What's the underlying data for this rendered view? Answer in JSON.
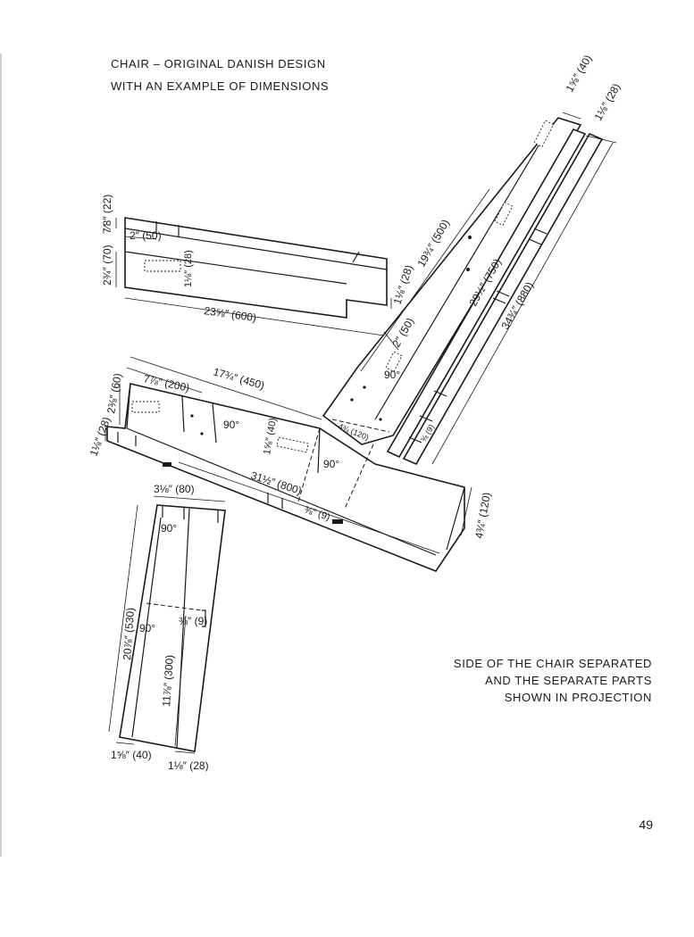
{
  "header": {
    "title_line1": "CHAIR – ORIGINAL DANISH DESIGN",
    "title_line2": "WITH AN EXAMPLE OF DIMENSIONS"
  },
  "footer_caption": {
    "line1": "SIDE OF THE CHAIR SEPARATED",
    "line2": "AND THE SEPARATE PARTS",
    "line3": "SHOWN IN PROJECTION"
  },
  "page_number": "49",
  "dimensions": {
    "top_rail_thickness": "7⁄8″ (22)",
    "top_rail_offset": "2″ (50)",
    "top_rail_height": "2¾″ (70)",
    "top_rail_dowel": "1⅛″ (28)",
    "top_rail_end": "1⅛″ (28)",
    "top_rail_length": "23⅝″ (600)",
    "back_top_width": "1⅝″ (40)",
    "back_top_width_2": "1⅛″ (28)",
    "back_upper_length": "19¾″ (500)",
    "back_length": "29½″ (750)",
    "back_total_length": "34¾″ (880)",
    "back_joint": "2″ (50)",
    "back_angle": "90°",
    "back_notch": "4¾ (120)",
    "back_small": "⅜ (9)",
    "seat_height": "2⅜″ (60)",
    "seat_offset": "7⅞″ (200)",
    "seat_span": "17¾″ (450)",
    "seat_dowel": "1⅝″ (40)",
    "seat_angle_1": "90°",
    "seat_angle_2": "90°",
    "seat_thickness": "1⅛″ (28)",
    "seat_long_length": "31½″ (800)",
    "seat_slot": "⅜″ (9)",
    "seat_end_height": "4¾″ (120)",
    "leg_top_width": "3⅛″ (80)",
    "leg_angle": "90°",
    "leg_angle_2": "90°",
    "leg_length": "20⅞″ (530)",
    "leg_slot": "⅜″ (9)",
    "leg_inner": "11⅞″ (300)",
    "leg_foot_1": "1⅝″ (40)",
    "leg_foot_2": "1⅛″ (28)"
  },
  "colors": {
    "ink": "#1a1a1a",
    "paper": "#ffffff"
  }
}
